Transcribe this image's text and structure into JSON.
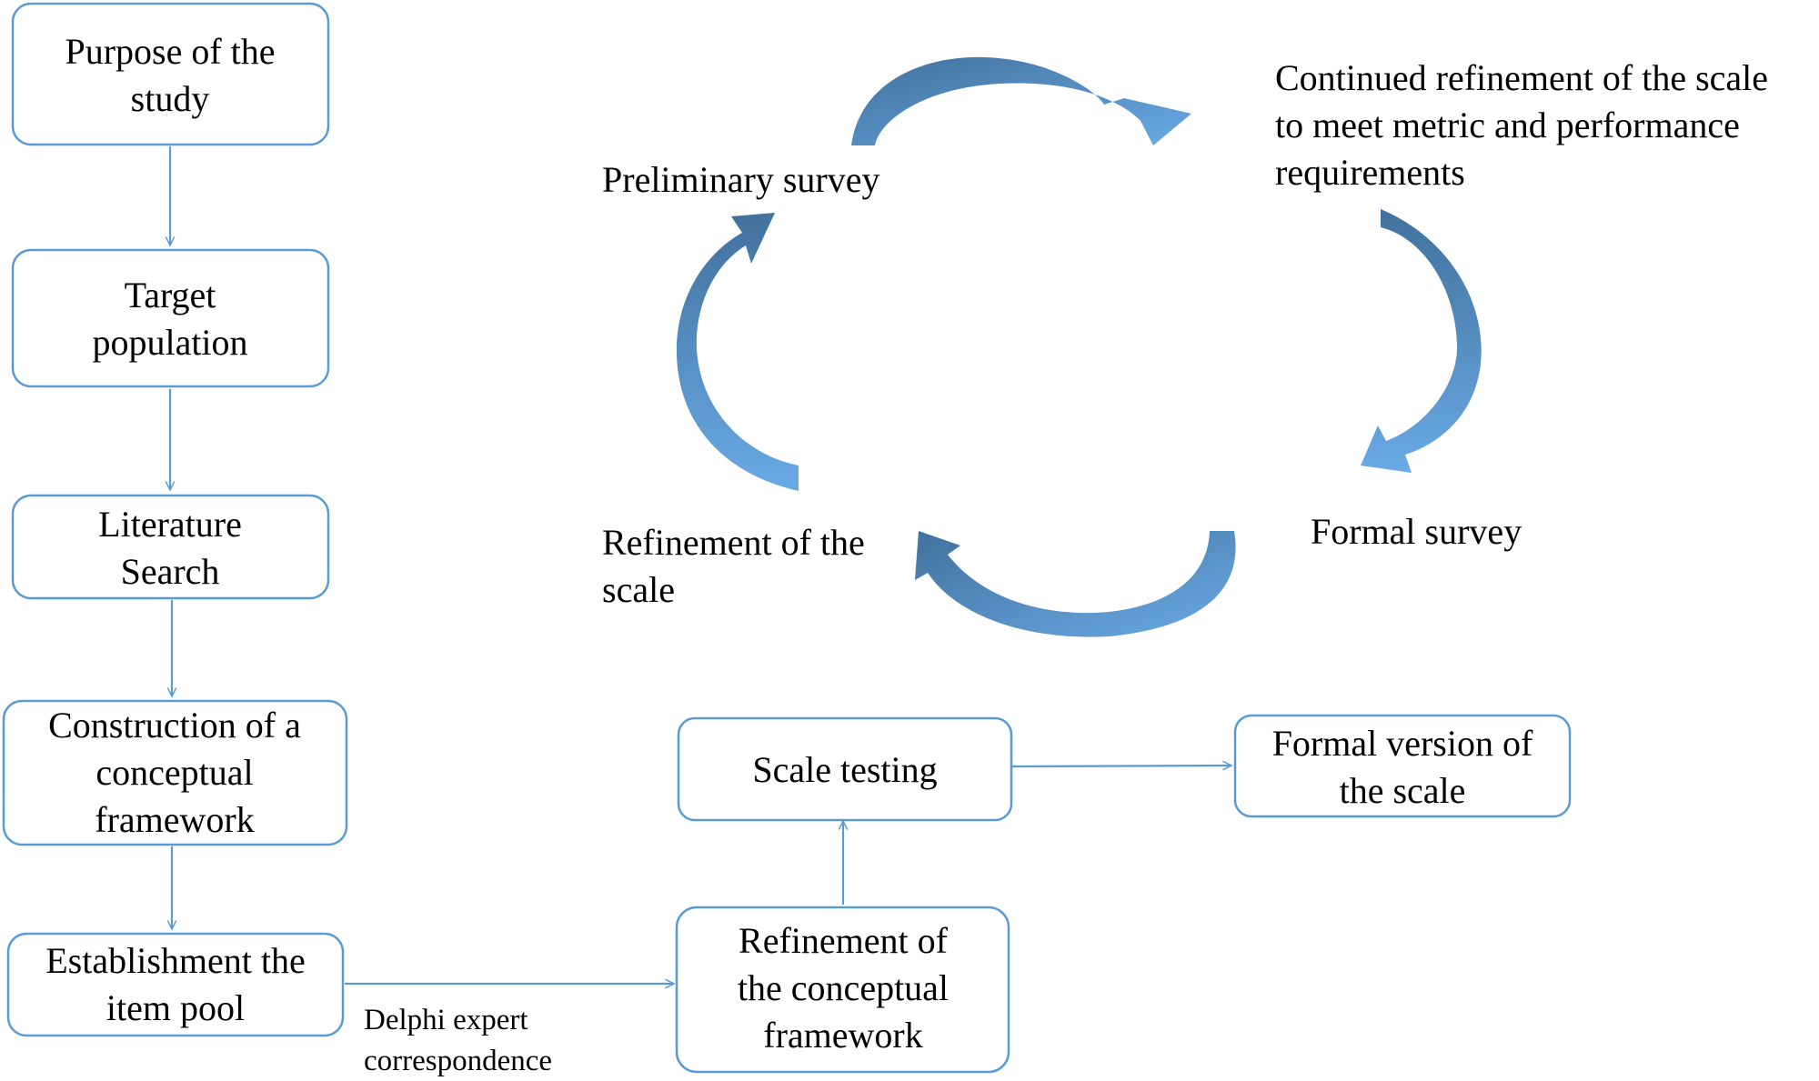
{
  "colors": {
    "box_border": "#5b9bd5",
    "arrow_light": "#5b9bd5",
    "arrow_dark": "#41719c"
  },
  "flow": {
    "purpose": [
      "Purpose of the",
      "study"
    ],
    "target": [
      "Target",
      "population"
    ],
    "literature": [
      "Literature",
      "Search"
    ],
    "construction": [
      "Construction of a",
      "conceptual",
      "framework"
    ],
    "establishment": [
      "Establishment the",
      "item pool"
    ],
    "delphi": [
      "Delphi expert",
      "correspondence"
    ],
    "refinement_conceptual": [
      "Refinement of",
      "the conceptual",
      "framework"
    ],
    "scale_testing": [
      "Scale testing"
    ],
    "formal_version": [
      "Formal version of",
      "the scale"
    ]
  },
  "cycle": {
    "preliminary": [
      "Preliminary survey"
    ],
    "continued": [
      "Continued refinement of the scale",
      "to meet metric and performance",
      "requirements"
    ],
    "formal": [
      "Formal survey"
    ],
    "refinement": [
      "Refinement of the",
      "scale"
    ]
  }
}
